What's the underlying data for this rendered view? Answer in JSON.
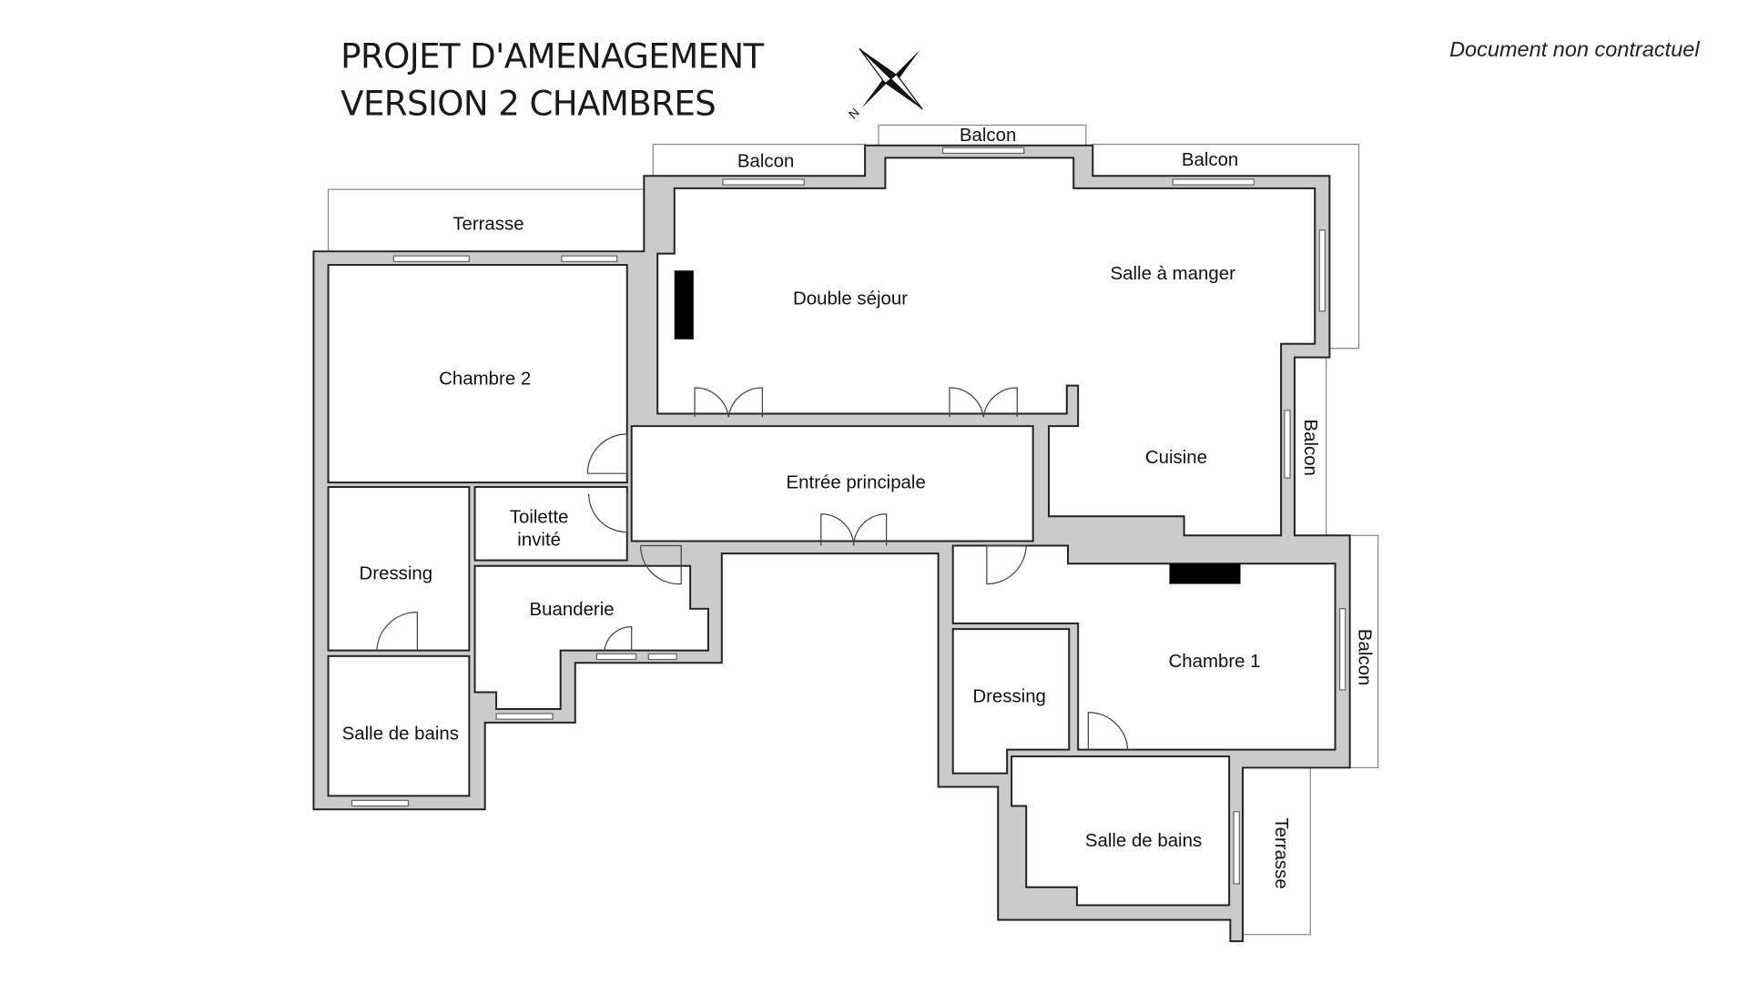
{
  "header": {
    "title_line1": "PROJET D'AMENAGEMENT",
    "title_line2": "VERSION 2 CHAMBRES",
    "disclaimer": "Document non contractuel",
    "compass_label": "N"
  },
  "rooms": {
    "double_sejour": "Double séjour",
    "salle_a_manger": "Salle à manger",
    "chambre_2": "Chambre 2",
    "entree": "Entrée principale",
    "cuisine": "Cuisine",
    "toilette_line1": "Toilette",
    "toilette_line2": "invité",
    "dressing_left": "Dressing",
    "buanderie": "Buanderie",
    "sdb_left": "Salle de bains",
    "chambre_1": "Chambre 1",
    "dressing_right": "Dressing",
    "sdb_right": "Salle de bains"
  },
  "outdoor": {
    "balcon_top_left": "Balcon",
    "balcon_top_center": "Balcon",
    "balcon_top_right": "Balcon",
    "terrasse_left": "Terrasse",
    "balcon_right_upper": "Balcon",
    "balcon_right_lower": "Balcon",
    "terrasse_right": "Terrasse"
  },
  "colors": {
    "wall": "#cbcbcb",
    "outline": "#222222",
    "fireplace": "#000000"
  }
}
